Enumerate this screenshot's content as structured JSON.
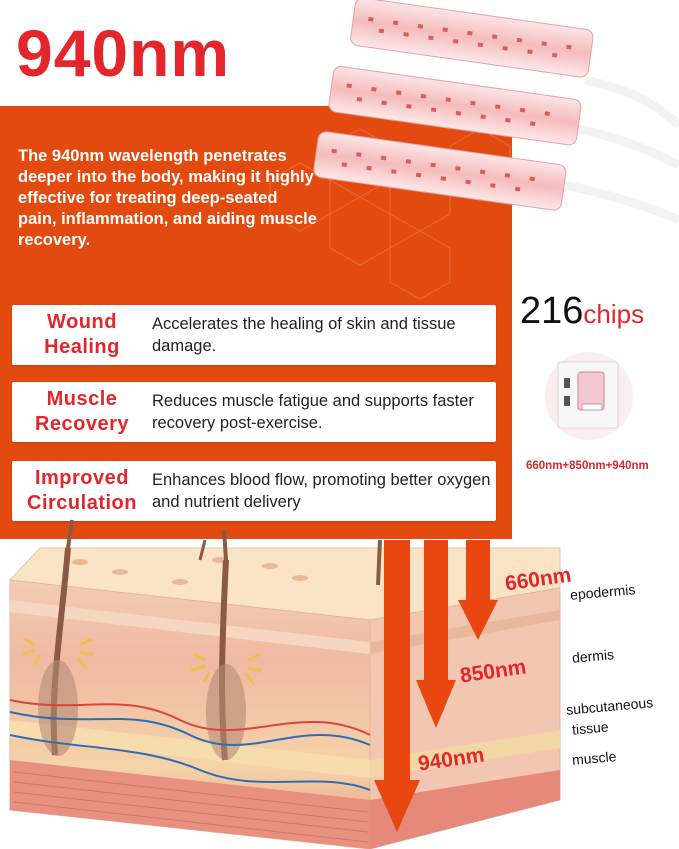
{
  "headline": "940nm",
  "intro": "The 940nm wavelength penetrates deeper into the body, making it highly effective for treating deep-seated pain, inflammation, and aiding muscle recovery.",
  "benefits": [
    {
      "title_line1": "Wound",
      "title_line2": "Healing",
      "description": "Accelerates the healing of skin and tissue damage."
    },
    {
      "title_line1": "Muscle",
      "title_line2": "Recovery",
      "description": "Reduces muscle fatigue and supports faster recovery post-exercise."
    },
    {
      "title_line1": "Improved",
      "title_line2": "Circulation",
      "description": "Enhances blood flow, promoting better oxygen and nutrient delivery"
    }
  ],
  "chips": {
    "count": "216",
    "word": "chips",
    "wavelengths": "660nm+850nm+940nm"
  },
  "diagram": {
    "wavelengths": [
      "660nm",
      "850nm",
      "940nm"
    ],
    "layers": [
      "epodermis",
      "dermis",
      "subcutaneous",
      "tissue",
      "muscle"
    ]
  },
  "colors": {
    "accent_red": "#e3262b",
    "panel_orange": "#e34a10",
    "arrow_orange": "#e8470f"
  }
}
